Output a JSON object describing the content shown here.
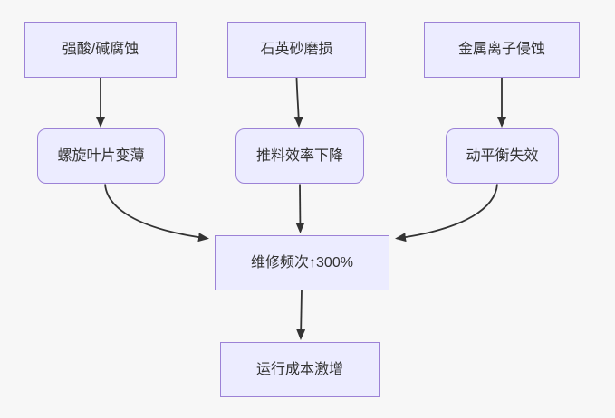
{
  "diagram": {
    "kind": "flowchart",
    "direction": "top-down",
    "colors": {
      "background": "#f7f7f7",
      "node_fill": "#ECECFF",
      "node_border": "#9c82d6",
      "edge": "#333333",
      "text": "#333333"
    },
    "nodes": {
      "acid": {
        "label": "强酸/碱腐蚀",
        "shape": "rect"
      },
      "quartz": {
        "label": "石英砂磨损",
        "shape": "rect"
      },
      "metal": {
        "label": "金属离子侵蚀",
        "shape": "rect"
      },
      "blade": {
        "label": "螺旋叶片变薄",
        "shape": "rounded"
      },
      "efficiency": {
        "label": "推料效率下降",
        "shape": "rounded"
      },
      "balance": {
        "label": "动平衡失效",
        "shape": "rounded"
      },
      "maintenance": {
        "label": "维修频次↑300%",
        "shape": "rect"
      },
      "cost": {
        "label": "运行成本激增",
        "shape": "rect"
      }
    },
    "edges": [
      {
        "from": "acid",
        "to": "blade"
      },
      {
        "from": "quartz",
        "to": "efficiency"
      },
      {
        "from": "metal",
        "to": "balance"
      },
      {
        "from": "blade",
        "to": "maintenance"
      },
      {
        "from": "efficiency",
        "to": "maintenance"
      },
      {
        "from": "balance",
        "to": "maintenance"
      },
      {
        "from": "maintenance",
        "to": "cost"
      }
    ]
  }
}
